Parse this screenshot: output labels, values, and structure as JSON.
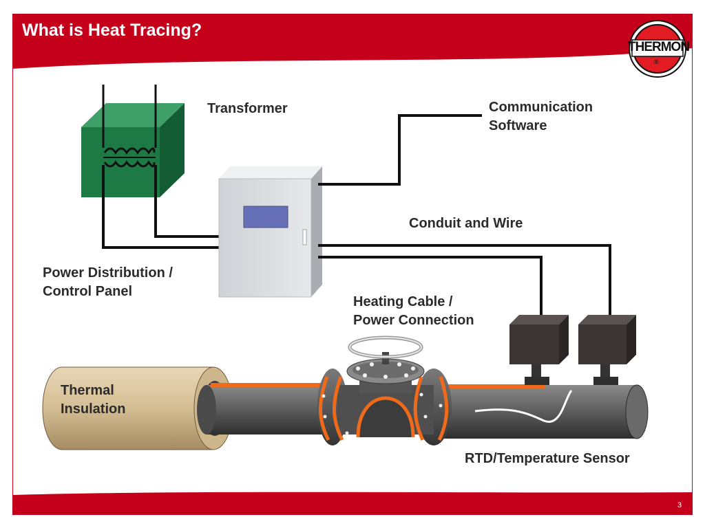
{
  "slide": {
    "title": "What is Heat Tracing?",
    "page_number": "3",
    "brand_color": "#c4001a"
  },
  "logo": {
    "text": "THERMON",
    "mark": "®",
    "icon": "thermon-logo-icon"
  },
  "labels": {
    "transformer": "Transformer",
    "communication_software": [
      "Communication",
      "Software"
    ],
    "conduit_and_wire": "Conduit and Wire",
    "power_distribution": [
      "Power Distribution /",
      "Control Panel"
    ],
    "heating_cable": [
      "Heating Cable /",
      "Power Connection"
    ],
    "thermal_insulation": [
      "Thermal",
      "Insulation"
    ],
    "rtd_sensor": "RTD/Temperature Sensor"
  },
  "colors": {
    "heating_cable": "#ef6a1a",
    "pipe": "#5a5a5a",
    "transformer_box": "#1d7a45",
    "insulation": "#d9c4a0"
  }
}
